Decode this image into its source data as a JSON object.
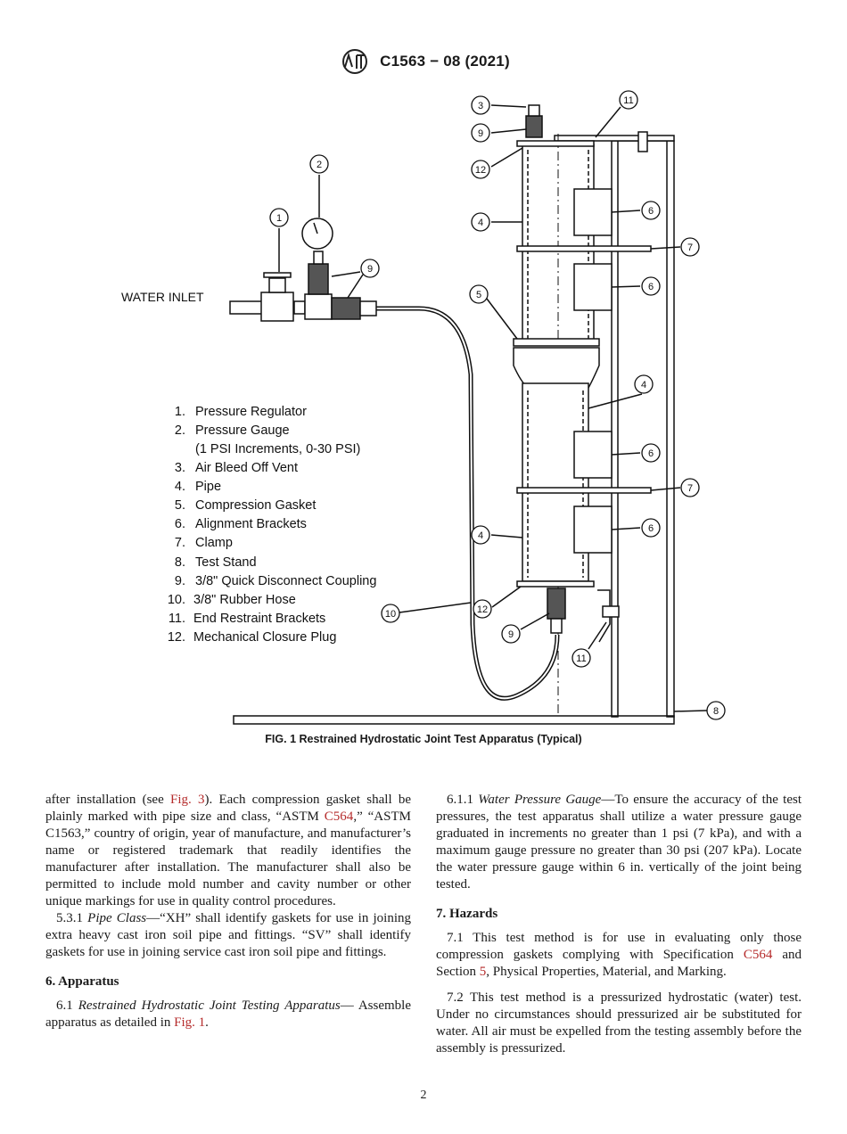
{
  "header": {
    "code": "C1563 − 08 (2021)"
  },
  "figure": {
    "inlet_label": "WATER INLET",
    "legend": [
      {
        "num": "1.",
        "text": "Pressure Regulator"
      },
      {
        "num": "2.",
        "text": "Pressure Gauge"
      },
      {
        "num": "",
        "text": "(1 PSI Increments, 0-30 PSI)"
      },
      {
        "num": "3.",
        "text": "Air Bleed Off Vent"
      },
      {
        "num": "4.",
        "text": "Pipe"
      },
      {
        "num": "5.",
        "text": "Compression Gasket"
      },
      {
        "num": "6.",
        "text": "Alignment Brackets"
      },
      {
        "num": "7.",
        "text": "Clamp"
      },
      {
        "num": "8.",
        "text": "Test Stand"
      },
      {
        "num": "9.",
        "text": "3/8\" Quick Disconnect Coupling"
      },
      {
        "num": "10.",
        "text": "3/8\" Rubber Hose"
      },
      {
        "num": "11.",
        "text": "End Restraint Brackets"
      },
      {
        "num": "12.",
        "text": "Mechanical Closure Plug"
      }
    ],
    "callouts": [
      "1",
      "2",
      "3",
      "4",
      "4",
      "4",
      "5",
      "6",
      "6",
      "6",
      "6",
      "7",
      "7",
      "8",
      "9",
      "9",
      "9",
      "10",
      "11",
      "11",
      "12",
      "12"
    ],
    "caption": "FIG. 1 Restrained Hydrostatic Joint Test Apparatus (Typical)"
  },
  "left_column": {
    "p1a": "after installation (see ",
    "p1_link1": "Fig. 3",
    "p1b": "). Each compression gasket shall be plainly marked with pipe size and class, “ASTM ",
    "p1_link2": "C564",
    "p1c": ",” “ASTM C1563,” country of origin, year of manufacture, and manufacturer’s name or registered trademark that readily identifies the manufacturer after installation. The manufacturer shall also be permitted to include mold number and cavity number or other unique markings for use in quality control procedures.",
    "p2_num": "5.3.1 ",
    "p2_title": "Pipe Class",
    "p2_text": "—“XH” shall identify gaskets for use in joining extra heavy cast iron soil pipe and fittings. “SV” shall identify gaskets for use in joining service cast iron soil pipe and fittings.",
    "sec6": "6. Apparatus",
    "p3_num": "6.1 ",
    "p3_title": "Restrained Hydrostatic Joint Testing Apparatus",
    "p3_text": "— Assemble apparatus as detailed in ",
    "p3_link": "Fig. 1",
    "p3_end": "."
  },
  "right_column": {
    "p1_num": "6.1.1 ",
    "p1_title": "Water Pressure Gauge",
    "p1_text": "—To ensure the accuracy of the test pressures, the test apparatus shall utilize a water pressure gauge graduated in increments no greater than 1 psi (7 kPa), and with a maximum gauge pressure no greater than 30 psi (207 kPa). Locate the water pressure gauge within 6 in. vertically of the joint being tested.",
    "sec7": "7. Hazards",
    "p2a": "7.1 This test method is for use in evaluating only those compression gaskets complying with Specification ",
    "p2_link1": "C564",
    "p2b": " and Section ",
    "p2_link2": "5",
    "p2c": ", Physical Properties, Material, and Marking.",
    "p3": "7.2 This test method is a pressurized hydrostatic (water) test. Under no circumstances should pressurized air be substituted for water. All air must be expelled from the testing assembly before the assembly is pressurized."
  },
  "footer": {
    "page_number": "2"
  }
}
